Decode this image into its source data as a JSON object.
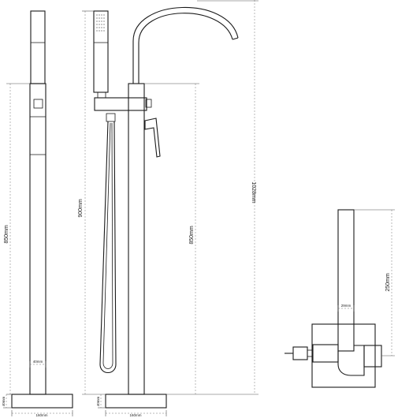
{
  "views": {
    "side": {
      "labels": {
        "height": "850mm",
        "width": "40mm",
        "base_h": "40mm",
        "base_w": "160mm"
      }
    },
    "front": {
      "labels": {
        "total": "1028mm",
        "mixer": "900mm",
        "spout": "850mm",
        "base_h": "40mm",
        "base_w": "160mm"
      }
    },
    "handle": {
      "labels": {
        "height": "250mm",
        "width": "29mm"
      }
    }
  }
}
